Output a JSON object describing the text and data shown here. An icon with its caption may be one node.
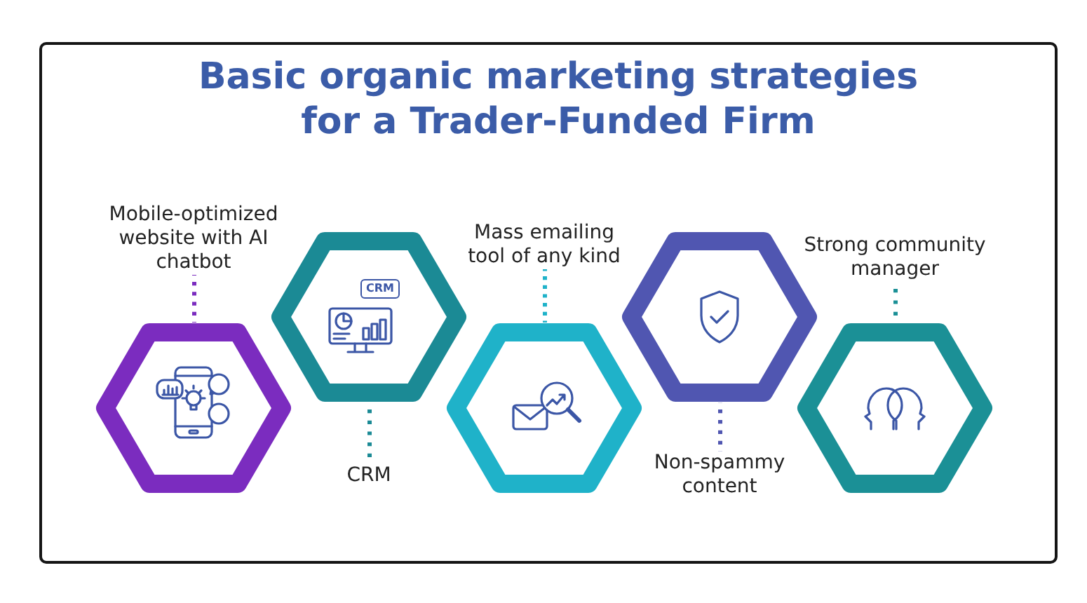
{
  "diagram": {
    "title": "Basic organic marketing strategies for a Trader-Funded Firm",
    "nodes": [
      {
        "text": [
          "Mobile-optimized website with AI chatbot"
        ]
      },
      {
        "text": [],
        "shape": "hexagon"
      },
      {
        "text": [],
        "shape": "hexagon"
      },
      {
        "text": [
          "CRM"
        ]
      },
      {
        "text": [
          "Mass emailing tool of any kind"
        ]
      },
      {
        "text": [],
        "shape": "hexagon"
      },
      {
        "text": [],
        "shape": "hexagon"
      },
      {
        "text": [
          "Non-spammy content"
        ]
      },
      {
        "text": [
          "Strong community manager"
        ]
      },
      {
        "text": [],
        "shape": "hexagon"
      }
    ],
    "edges": [
      {
        "from": 0,
        "to": 1,
        "arrow": "none",
        "style": "dashed",
        "color": "#7b2cbf"
      },
      {
        "from": 3,
        "to": 2,
        "arrow": "none",
        "style": "dashed",
        "color": "#1b8a95"
      },
      {
        "from": 4,
        "to": 5,
        "arrow": "none",
        "style": "dashed",
        "color": "#1fb2c9"
      },
      {
        "from": 7,
        "to": 6,
        "arrow": "none",
        "style": "dashed",
        "color": "#5056b1"
      },
      {
        "from": 8,
        "to": 9,
        "arrow": "none",
        "style": "dashed",
        "color": "#1b9096"
      }
    ],
    "labels": [
      "CRM"
    ]
  }
}
